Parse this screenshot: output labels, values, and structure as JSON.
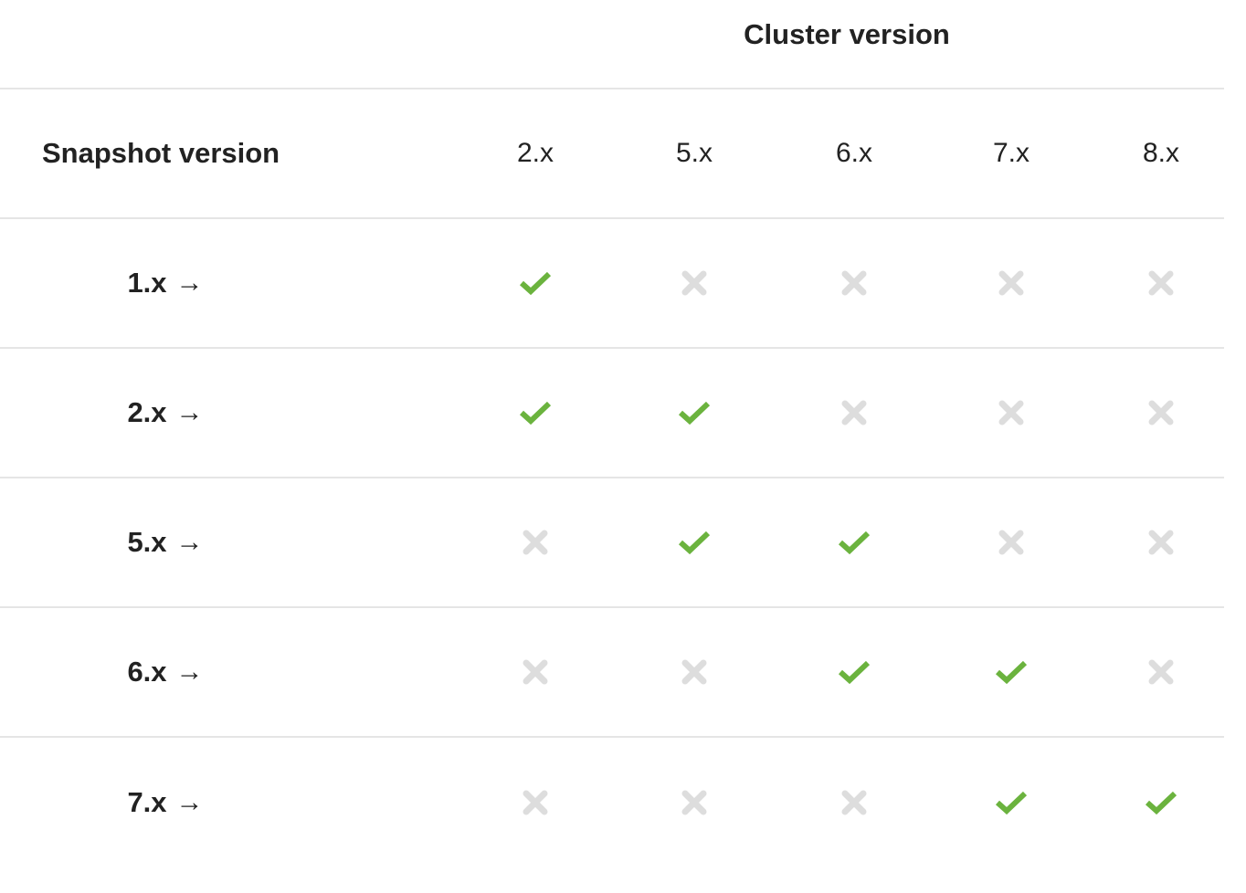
{
  "header": {
    "cluster_title": "Cluster version",
    "snapshot_title": "Snapshot version"
  },
  "columns": [
    "2.x",
    "5.x",
    "6.x",
    "7.x",
    "8.x"
  ],
  "arrow": "→",
  "rows": [
    {
      "label": "1.x",
      "compat": [
        true,
        false,
        false,
        false,
        false
      ]
    },
    {
      "label": "2.x",
      "compat": [
        true,
        true,
        false,
        false,
        false
      ]
    },
    {
      "label": "5.x",
      "compat": [
        false,
        true,
        true,
        false,
        false
      ]
    },
    {
      "label": "6.x",
      "compat": [
        false,
        false,
        true,
        true,
        false
      ]
    },
    {
      "label": "7.x",
      "compat": [
        false,
        false,
        false,
        true,
        true
      ]
    }
  ],
  "icons": {
    "compatible": "check-icon",
    "incompatible": "x-icon"
  },
  "colors": {
    "check": "#6bb33e",
    "cross": "#dddddd",
    "text": "#222222",
    "divider": "#e5e5e5"
  }
}
